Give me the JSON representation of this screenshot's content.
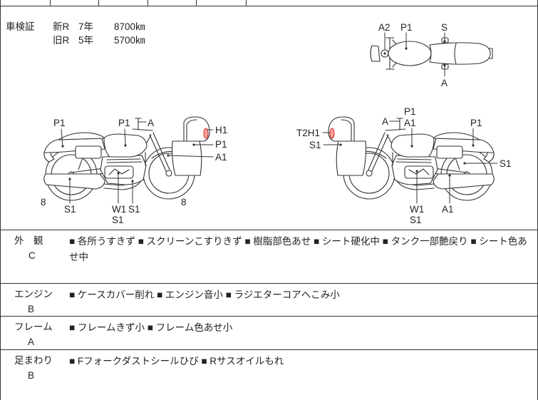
{
  "colors": {
    "line": "#333333",
    "damage_mark_stroke": "#d9302a",
    "damage_mark_fill": "#f4a49a"
  },
  "registration": {
    "label": "車検証",
    "rows": [
      {
        "era": "新R",
        "year": "7年",
        "mileage": "8700㎞"
      },
      {
        "era": "旧R",
        "year": "5年",
        "mileage": "5700㎞"
      }
    ]
  },
  "diagram": {
    "top_view": {
      "labels": [
        "A2",
        "P1",
        "S",
        "A"
      ]
    },
    "left_view": {
      "labels": [
        "P1",
        "P1",
        "A",
        "H1",
        "P1",
        "A1",
        "8",
        "S1",
        "W1",
        "S1",
        "S1",
        "8"
      ]
    },
    "right_view": {
      "labels": [
        "P1",
        "A",
        "A1",
        "P1",
        "T2H1",
        "S1",
        "S1",
        "W1",
        "S1",
        "A1"
      ]
    }
  },
  "inspection": [
    {
      "category": "外　観",
      "grade": "C",
      "notes": "■ 各所うすきず ■ スクリーンこすりきず ■ 樹脂部色あせ ■ シート硬化中 ■ タンク一部艶戻り ■ シート色あせ中"
    },
    {
      "category": "エンジン",
      "grade": "B",
      "notes": "■ ケースカバー削れ ■ エンジン音小 ■ ラジエターコアへこみ小"
    },
    {
      "category": "フレーム",
      "grade": "A",
      "notes": "■ フレームきず小 ■ フレーム色あせ小"
    },
    {
      "category": "足まわり",
      "grade": "B",
      "notes": "■ Fフォークダストシールひび ■ Rサスオイルもれ"
    }
  ]
}
